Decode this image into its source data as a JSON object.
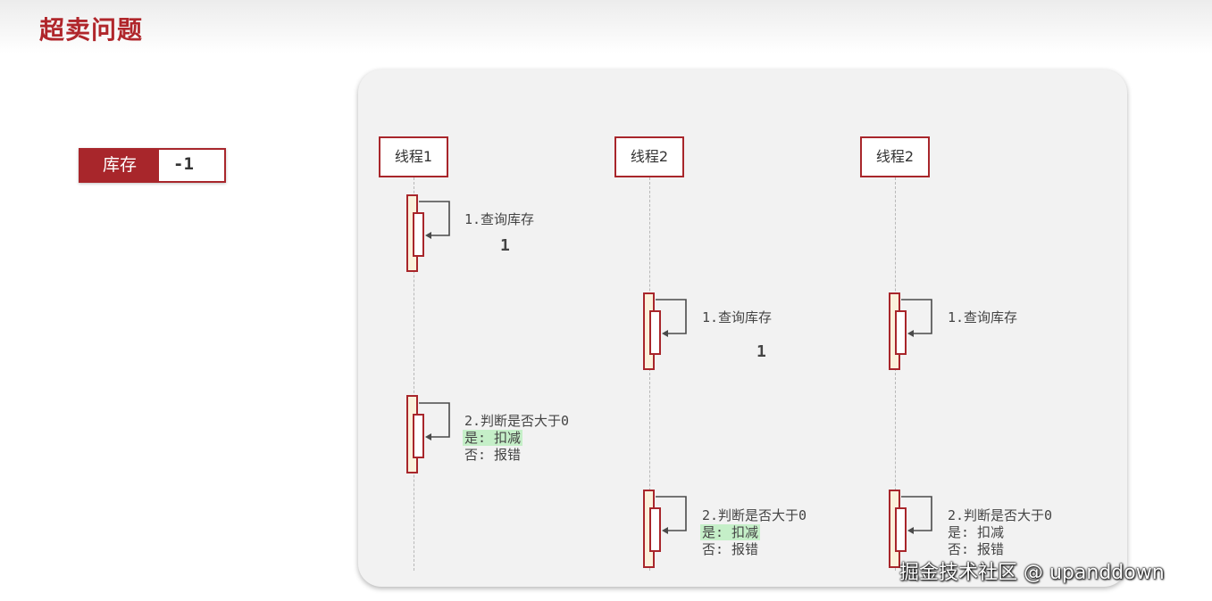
{
  "page": {
    "title": "超卖问题"
  },
  "stock": {
    "label": "库存",
    "value": "-1"
  },
  "threads": [
    {
      "name": "线程1",
      "query": {
        "label": "1.查询库存",
        "result": "1"
      },
      "judge": {
        "line1": "2.判断是否大于0",
        "line2": "是: 扣减",
        "line3": "否: 报错"
      }
    },
    {
      "name": "线程2",
      "query": {
        "label": "1.查询库存",
        "result": "1"
      },
      "judge": {
        "line1": "2.判断是否大于0",
        "line2": "是: 扣减",
        "line3": "否: 报错"
      }
    },
    {
      "name": "线程2",
      "query": {
        "label": "1.查询库存"
      },
      "judge": {
        "line1": "2.判断是否大于0",
        "line2": "是: 扣减",
        "line3": "否: 报错"
      }
    }
  ],
  "watermark": "掘金技术社区 @ upanddown",
  "colors": {
    "accent": "#a8262b",
    "title": "#b0262b",
    "activation_fill": "#fbf1db",
    "highlight": "#c5efc8",
    "panel": "#f2f2f2"
  }
}
